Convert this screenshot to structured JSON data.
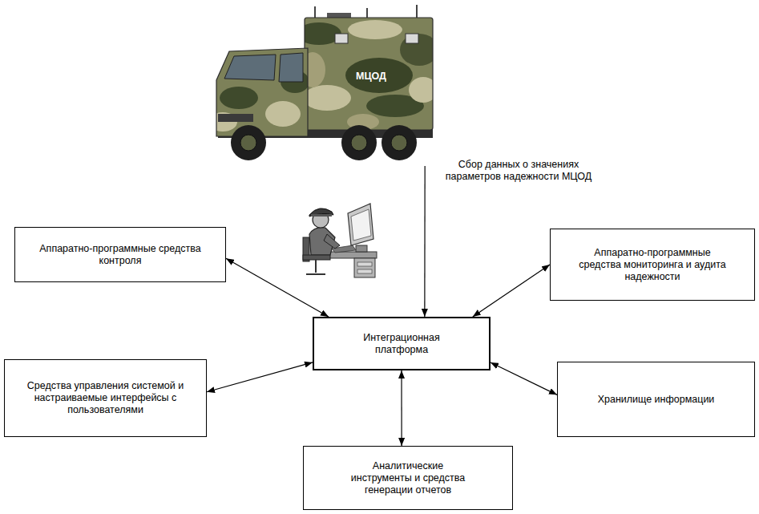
{
  "diagram": {
    "nodes": [
      {
        "text": [
          "МЦОД"
        ]
      },
      {
        "text": [
          "Аппаратно-программные средства контроля"
        ]
      },
      {
        "text": [
          "Аппаратно-программные средства мониторинга и аудита надежности"
        ]
      },
      {
        "text": [
          "Интеграционная платформа"
        ]
      },
      {
        "text": [
          "Средства управления системой и настраиваемые интерфейсы с пользователями"
        ]
      },
      {
        "text": [
          "Хранилище информации"
        ]
      },
      {
        "text": [
          "Аналитические инструменты и средства генерации отчетов"
        ]
      }
    ],
    "edges": [
      {
        "from": 0,
        "to": 3,
        "arrow": "to",
        "label": "Сбор данных о значениях параметров надежности МЦОД"
      },
      {
        "from": 1,
        "to": 3,
        "arrow": "both"
      },
      {
        "from": 2,
        "to": 3,
        "arrow": "both"
      },
      {
        "from": 4,
        "to": 3,
        "arrow": "both"
      },
      {
        "from": 5,
        "to": 3,
        "arrow": "both"
      },
      {
        "from": 6,
        "to": 3,
        "arrow": "both"
      }
    ]
  }
}
